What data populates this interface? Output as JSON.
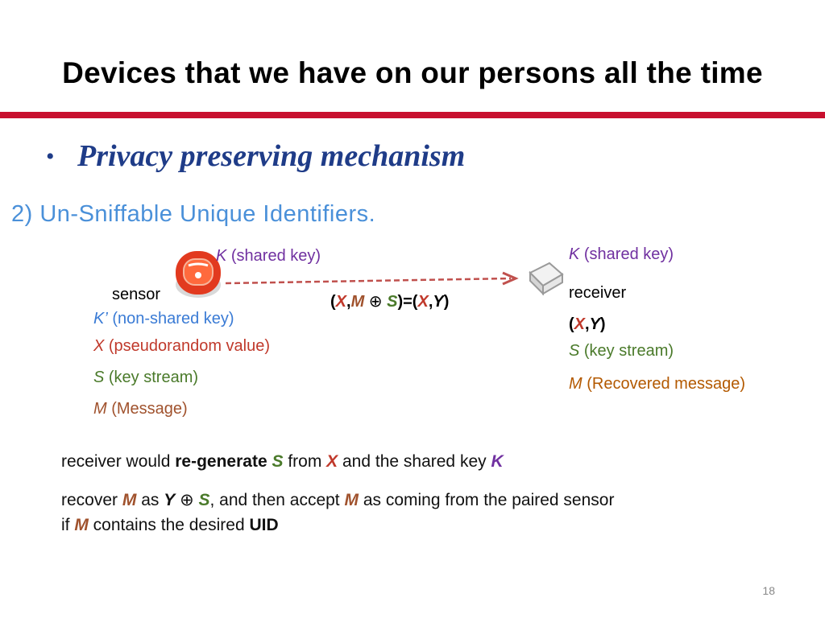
{
  "title": "Devices that we have on our persons all the time",
  "bullet": "Privacy preserving mechanism",
  "subheading": "2) Un-Sniffable Unique Identifiers.",
  "sender": {
    "key_label_sym": "K",
    "key_label_text": " (shared key)",
    "device_label": "sensor",
    "nonshared_sym": "K’",
    "nonshared_text": " (non-shared key)",
    "x_sym": "X",
    "x_text": " (pseudorandom value)",
    "s_sym": "S",
    "s_text": " (key stream)",
    "m_sym": "M",
    "m_text": " (Message)"
  },
  "transmission": {
    "open": "(",
    "x": "X",
    "comma": ",",
    "m": "M",
    "xor": " ⊕ ",
    "s": "S",
    "close_eq": ")=(",
    "x2": "X",
    "comma2": ",",
    "y": "Y",
    "close": ")"
  },
  "receiver": {
    "key_label_sym": "K",
    "key_label_text": " (shared key)",
    "device_label": "receiver",
    "pair_open": "(",
    "pair_x": "X",
    "pair_comma": ",",
    "pair_y": "Y",
    "pair_close": ")",
    "s_sym": "S",
    "s_text": " (key stream)",
    "m_sym": "M",
    "m_text": " (Recovered message)"
  },
  "explain1": {
    "a": "receiver would ",
    "b": "re-generate",
    "c": "S",
    "d": " from ",
    "e": "X",
    "f": " and the shared key ",
    "g": "K"
  },
  "explain2": {
    "a": "recover ",
    "b": "M",
    "c": " as ",
    "d": "Y",
    "e": " ⊕ ",
    "f": "S",
    "g": ", and then accept ",
    "h": "M",
    "i": " as coming from the paired sensor"
  },
  "explain3": {
    "a": "if ",
    "b": "M",
    "c": " contains the desired ",
    "d": "UID"
  },
  "page_number": "18",
  "colors": {
    "title_rule": "#c8102e",
    "bullet": "#1f3c88",
    "subheading": "#4a90d9",
    "shared_key": "#7030a0",
    "nonshared_key": "#3a7bd5",
    "pseudorandom": "#c0392b",
    "key_stream": "#4a7a2a",
    "message": "#a0522d"
  }
}
